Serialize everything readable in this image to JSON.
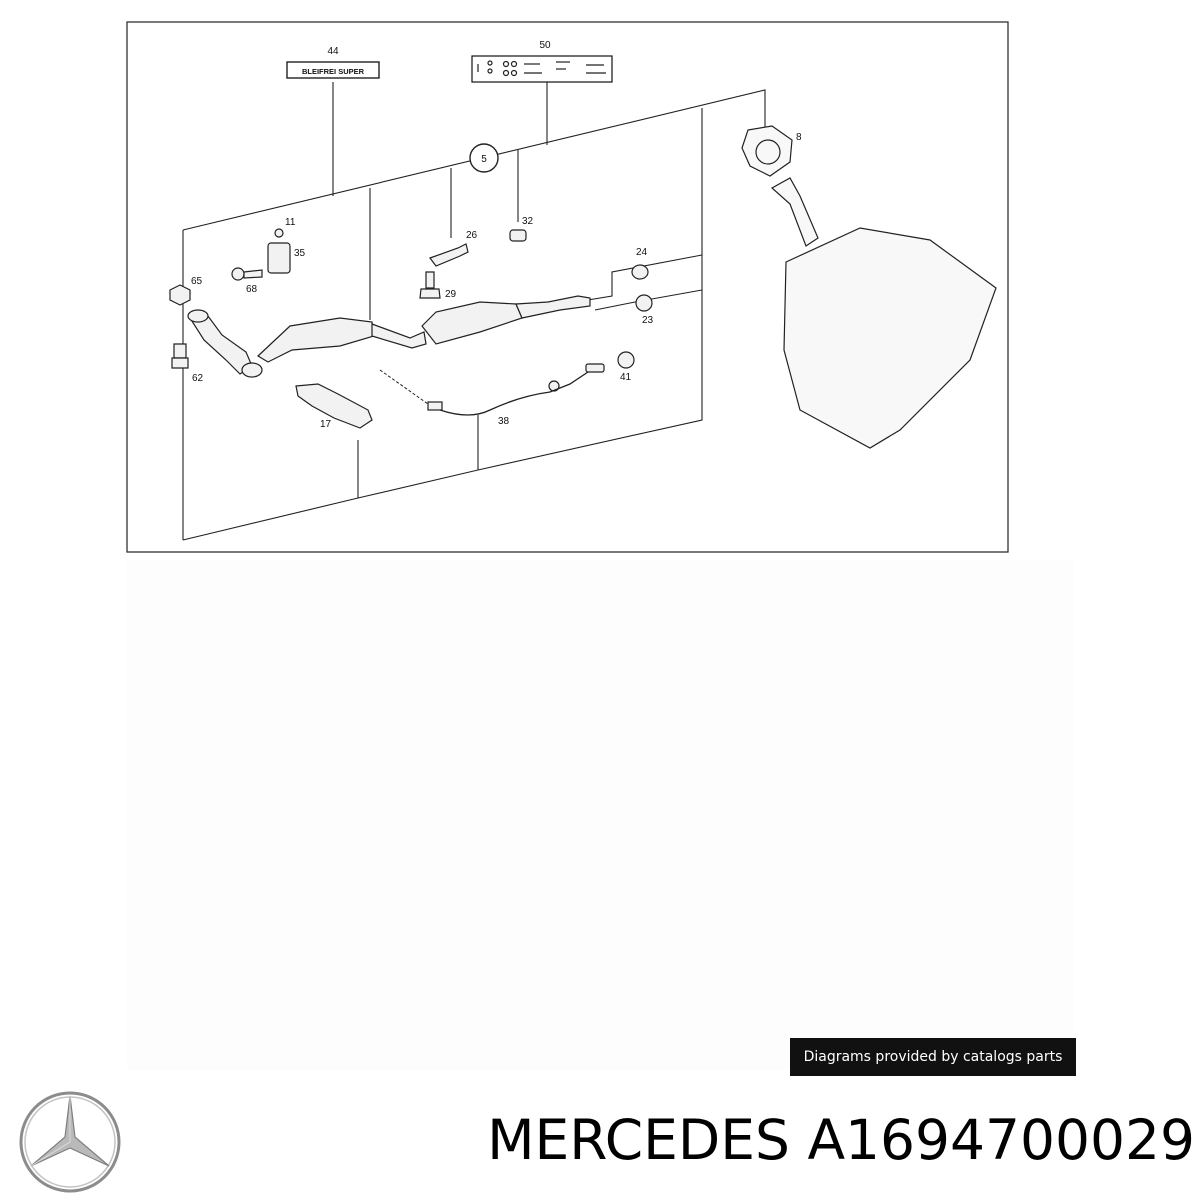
{
  "diagram": {
    "plate_44_text": "BLEIFREI SUPER",
    "callouts": [
      {
        "id": "44"
      },
      {
        "id": "50"
      },
      {
        "id": "5"
      },
      {
        "id": "8"
      },
      {
        "id": "11"
      },
      {
        "id": "35"
      },
      {
        "id": "68"
      },
      {
        "id": "65"
      },
      {
        "id": "62"
      },
      {
        "id": "26"
      },
      {
        "id": "32"
      },
      {
        "id": "29"
      },
      {
        "id": "24"
      },
      {
        "id": "23"
      },
      {
        "id": "41"
      },
      {
        "id": "17"
      },
      {
        "id": "38"
      }
    ]
  },
  "credit": {
    "text": "Diagrams provided by catalogs parts"
  },
  "footer": {
    "brand": "MERCEDES",
    "part_number": "A1694700029"
  },
  "colors": {
    "credit_bg": "#111111",
    "logo_silver": "#8c8c8c",
    "line": "#222222"
  }
}
